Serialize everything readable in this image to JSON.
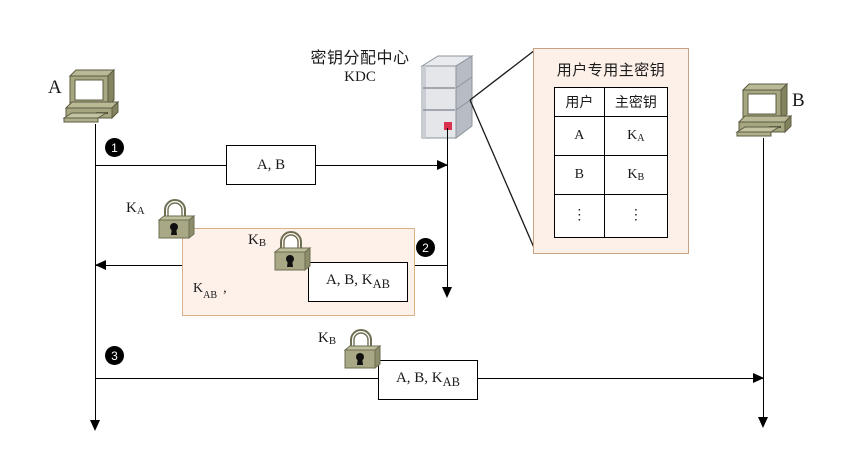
{
  "diagram": {
    "title": "KDC key distribution sequence diagram",
    "colors": {
      "line": "#000000",
      "computer_body": "#a0a080",
      "computer_shade": "#7f7f63",
      "lock_body": "#9d9d7a",
      "lock_shackle": "#b5b596",
      "server_light": "#e2e4e8",
      "server_mid": "#c6c9cf",
      "server_dark": "#9aa0a8",
      "server_led": "#d9304f",
      "envelope_fill": "#fdf1ea",
      "envelope_border": "#d9b08c",
      "callout_fill": "#fdf0e8",
      "callout_border": "#c9a283"
    }
  },
  "nodes": {
    "a_label": "A",
    "b_label": "B",
    "kdc_title_cn": "密钥分配中心",
    "kdc_title_en": "KDC"
  },
  "steps": [
    {
      "marker": "1",
      "box_text": "A, B"
    },
    {
      "marker": "2",
      "box_text": "A, B, K"
    },
    {
      "marker": "3",
      "box_text": "A, B, K"
    }
  ],
  "step1": {
    "marker": "1",
    "message": "A, B"
  },
  "step2": {
    "marker": "2",
    "outer_key_label": "K",
    "outer_key_sub": "A",
    "inner_key_label": "K",
    "inner_key_sub": "B",
    "session_key": "K",
    "session_key_sub": "AB",
    "session_key_comma": ",",
    "inner_message": "A, B, K",
    "inner_message_sub": "AB"
  },
  "step3": {
    "marker": "3",
    "key_label": "K",
    "key_sub": "B",
    "message": "A, B, K",
    "message_sub": "AB"
  },
  "callout": {
    "title": "用户专用主密钥",
    "headers": [
      "用户",
      "主密钥"
    ],
    "rows": [
      {
        "user": "A",
        "key": "K",
        "key_sub": "A"
      },
      {
        "user": "B",
        "key": "K",
        "key_sub": "B"
      },
      {
        "user": "⋮",
        "key": "⋮",
        "key_sub": ""
      }
    ]
  },
  "icons": {
    "computer_a": "computer-icon",
    "computer_b": "computer-icon",
    "server": "server-icon",
    "lock_ka": "padlock-icon",
    "lock_kb_inner": "padlock-icon",
    "lock_kb_step3": "padlock-icon"
  }
}
